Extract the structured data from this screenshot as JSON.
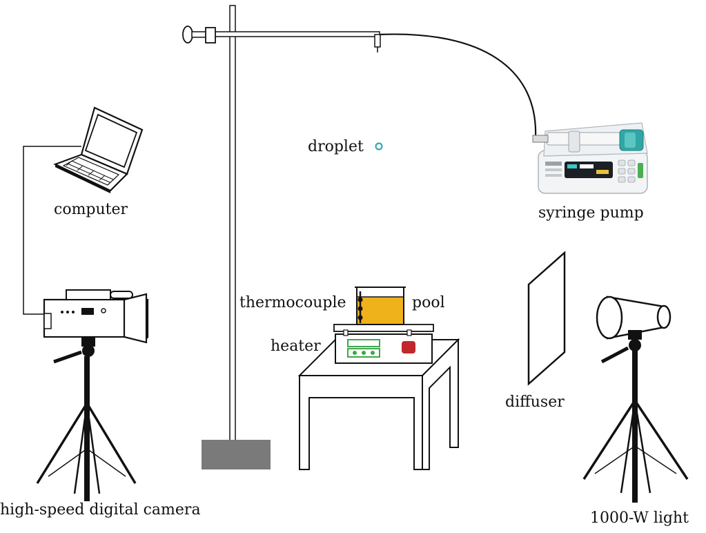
{
  "labels": {
    "computer": "computer",
    "camera": "high-speed digital camera",
    "droplet": "droplet",
    "syringe_pump": "syringe pump",
    "thermocouple": "thermocouple",
    "pool": "pool",
    "heater": "heater",
    "diffuser": "diffuser",
    "light": "1000-W light"
  },
  "colors": {
    "line": "#111111",
    "pool_liquid": "#f0b21a",
    "stand_base": "#7a7a7a",
    "heater_panel": "#3fa64a",
    "heater_button": "#c0282d",
    "droplet": "#3aa8b3",
    "pump_accent": "#2fa7a6"
  }
}
